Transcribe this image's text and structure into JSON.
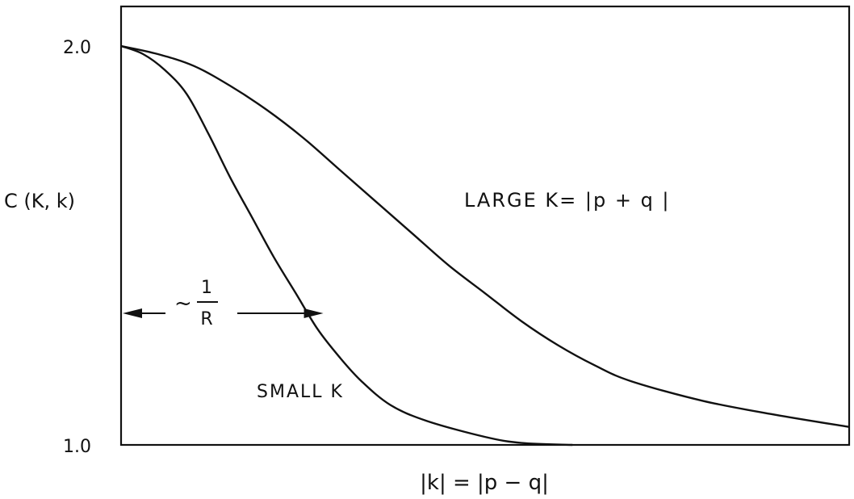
{
  "chart_data": {
    "type": "line",
    "title": "",
    "ylabel": "C (K, k)",
    "xlabel": "|k| = |p − q|",
    "ylim": [
      1.0,
      2.0
    ],
    "xlim": [
      0,
      1
    ],
    "grid": false,
    "y_ticks": [
      "2.0",
      "1.0"
    ],
    "series": [
      {
        "name": "LARGE K= |p + q |",
        "x": [
          0,
          0.05,
          0.1,
          0.15,
          0.2,
          0.25,
          0.3,
          0.35,
          0.4,
          0.45,
          0.5,
          0.55,
          0.6,
          0.65,
          0.7,
          0.8,
          0.9,
          1.0
        ],
        "y": [
          2.0,
          1.98,
          1.95,
          1.9,
          1.84,
          1.77,
          1.69,
          1.61,
          1.53,
          1.45,
          1.38,
          1.31,
          1.25,
          1.2,
          1.16,
          1.11,
          1.075,
          1.045
        ]
      },
      {
        "name": "SMALL K",
        "x": [
          0,
          0.03,
          0.06,
          0.09,
          0.12,
          0.15,
          0.18,
          0.21,
          0.24,
          0.27,
          0.3,
          0.33,
          0.37,
          0.42,
          0.5,
          0.55,
          0.62
        ],
        "y": [
          2.0,
          1.98,
          1.94,
          1.88,
          1.78,
          1.67,
          1.57,
          1.47,
          1.38,
          1.29,
          1.22,
          1.16,
          1.1,
          1.06,
          1.02,
          1.005,
          1.0
        ]
      }
    ],
    "annotations": {
      "arrow_y": 1.33,
      "arrow_x": [
        0,
        0.28
      ],
      "tilde": "~",
      "frac_num": "1",
      "frac_den": "R"
    }
  }
}
